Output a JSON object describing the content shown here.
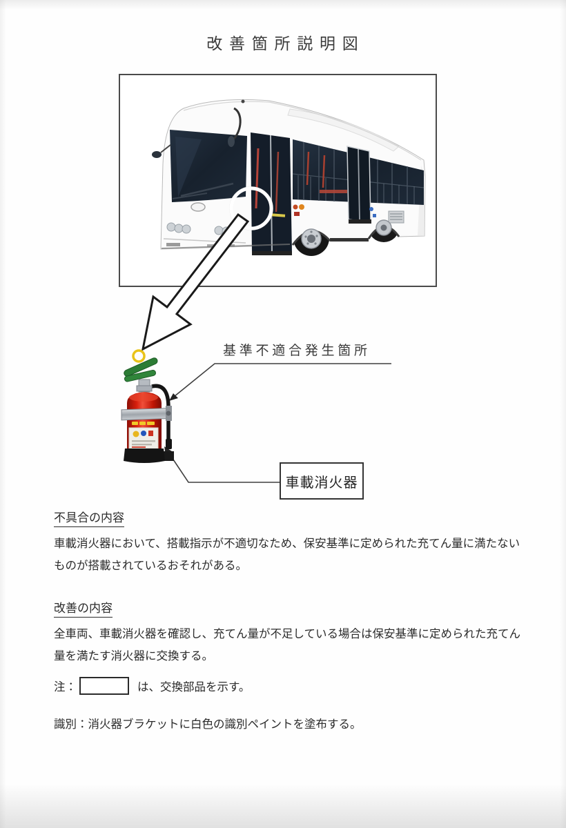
{
  "page": {
    "title": "改 善 箇 所 説 明 図"
  },
  "figure": {
    "callout_label": "基 準 不 適 合 発 生 箇 所",
    "part_box_label": "車載消火器"
  },
  "sections": {
    "defect": {
      "heading": "不具合の内容",
      "body": "車載消火器において、搭載指示が不適切なため、保安基準に定められた充てん量に満たないものが搭載されているおそれがある。"
    },
    "improvement": {
      "heading": "改善の内容",
      "body": "全車両、車載消火器を確認し、充てん量が不足している場合は保安基準に定められた充てん量を満たす消火器に交換する。"
    },
    "note": {
      "prefix": "注：",
      "suffix": "は、交換部品を示す。"
    },
    "identification": "識別：消火器ブラケットに白色の識別ペイントを塗布する。"
  },
  "colors": {
    "extinguisher_red": "#cf1d0c",
    "lever_green": "#2c7c35",
    "pin_yellow": "#e9c319",
    "window_glass": "#1c2734",
    "body_text": "#2b2b2b"
  }
}
